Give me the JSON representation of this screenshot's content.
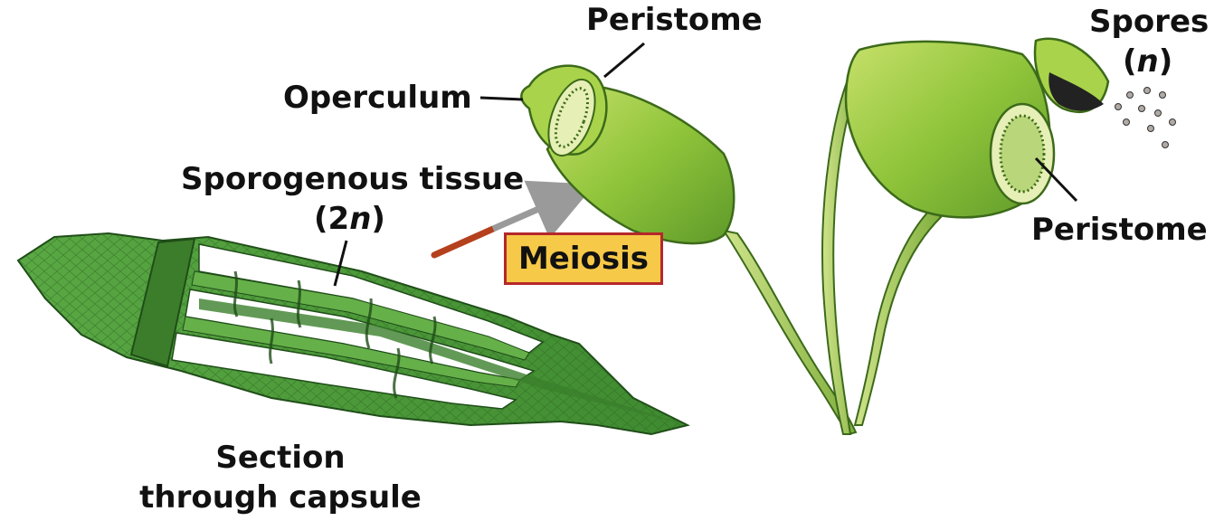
{
  "labels": {
    "peristome_top": "Peristome",
    "operculum": "Operculum",
    "sporogenous_line1": "Sporogenous tissue",
    "sporogenous_open": "(2",
    "sporogenous_n": "n",
    "sporogenous_close": ")",
    "meiosis": "Meiosis",
    "spores_word": "Spores",
    "spores_open": "(",
    "spores_n": "n",
    "spores_close": ")",
    "peristome_right": "Peristome",
    "section_line1": "Section",
    "section_line2": "through capsule"
  },
  "colors": {
    "capsule_green": "#9ccc3a",
    "capsule_dark": "#5a8f1f",
    "tissue_green": "#4f9a3a",
    "arrow_red": "#b5401e",
    "arrow_gray": "#9a9a9a",
    "meiosis_fill": "#f7c948",
    "meiosis_border": "#b5282a"
  }
}
